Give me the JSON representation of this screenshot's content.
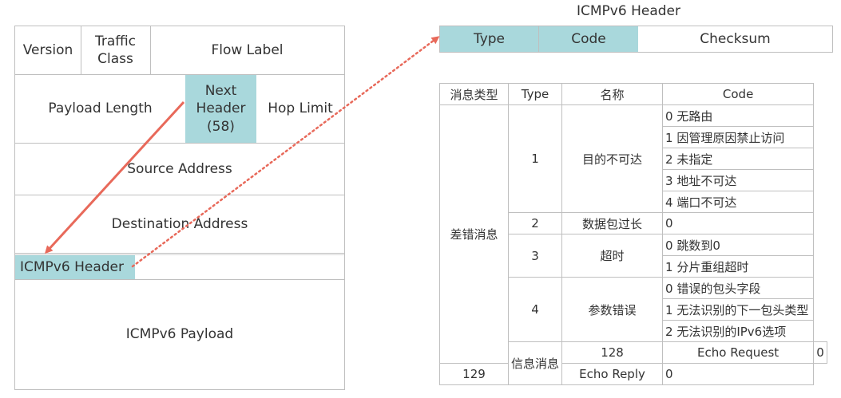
{
  "ipv6_header": {
    "version": "Version",
    "traffic_class": "Traffic\nClass",
    "flow_label": "Flow Label",
    "payload_length": "Payload Length",
    "next_header": "Next\nHeader\n(58)",
    "hop_limit": "Hop Limit",
    "source_address": "Source Address",
    "destination_address": "Destination Address",
    "icmpv6_header": "ICMPv6 Header",
    "icmpv6_payload": "ICMPv6 Payload"
  },
  "icmpv6_header_detail": {
    "title": "ICMPv6 Header",
    "fields": [
      "Type",
      "Code",
      "Checksum"
    ]
  },
  "codes_table": {
    "headers": [
      "消息类型",
      "Type",
      "名称",
      "Code"
    ],
    "categories": {
      "error": "差错消息",
      "info": "信息消息"
    },
    "entries": [
      {
        "type": "1",
        "name": "目的不可达",
        "codes": [
          "0 无路由",
          "1 因管理原因禁止访问",
          "2 未指定",
          "3 地址不可达",
          "4 端口不可达"
        ]
      },
      {
        "type": "2",
        "name": "数据包过长",
        "codes": [
          "0"
        ]
      },
      {
        "type": "3",
        "name": "超时",
        "codes": [
          "0 跳数到0",
          "1 分片重组超时"
        ]
      },
      {
        "type": "4",
        "name": "参数错误",
        "codes": [
          "0 错误的包头字段",
          "1 无法识别的下一包头类型",
          "2 无法识别的IPv6选项"
        ]
      },
      {
        "type": "128",
        "name": "Echo Request",
        "codes": [
          "0"
        ]
      },
      {
        "type": "129",
        "name": "Echo Reply",
        "codes": [
          "0"
        ]
      }
    ]
  },
  "colors": {
    "highlight": "#a9d8dc",
    "arrow": "#e8695a",
    "border": "#bfbfbf"
  }
}
